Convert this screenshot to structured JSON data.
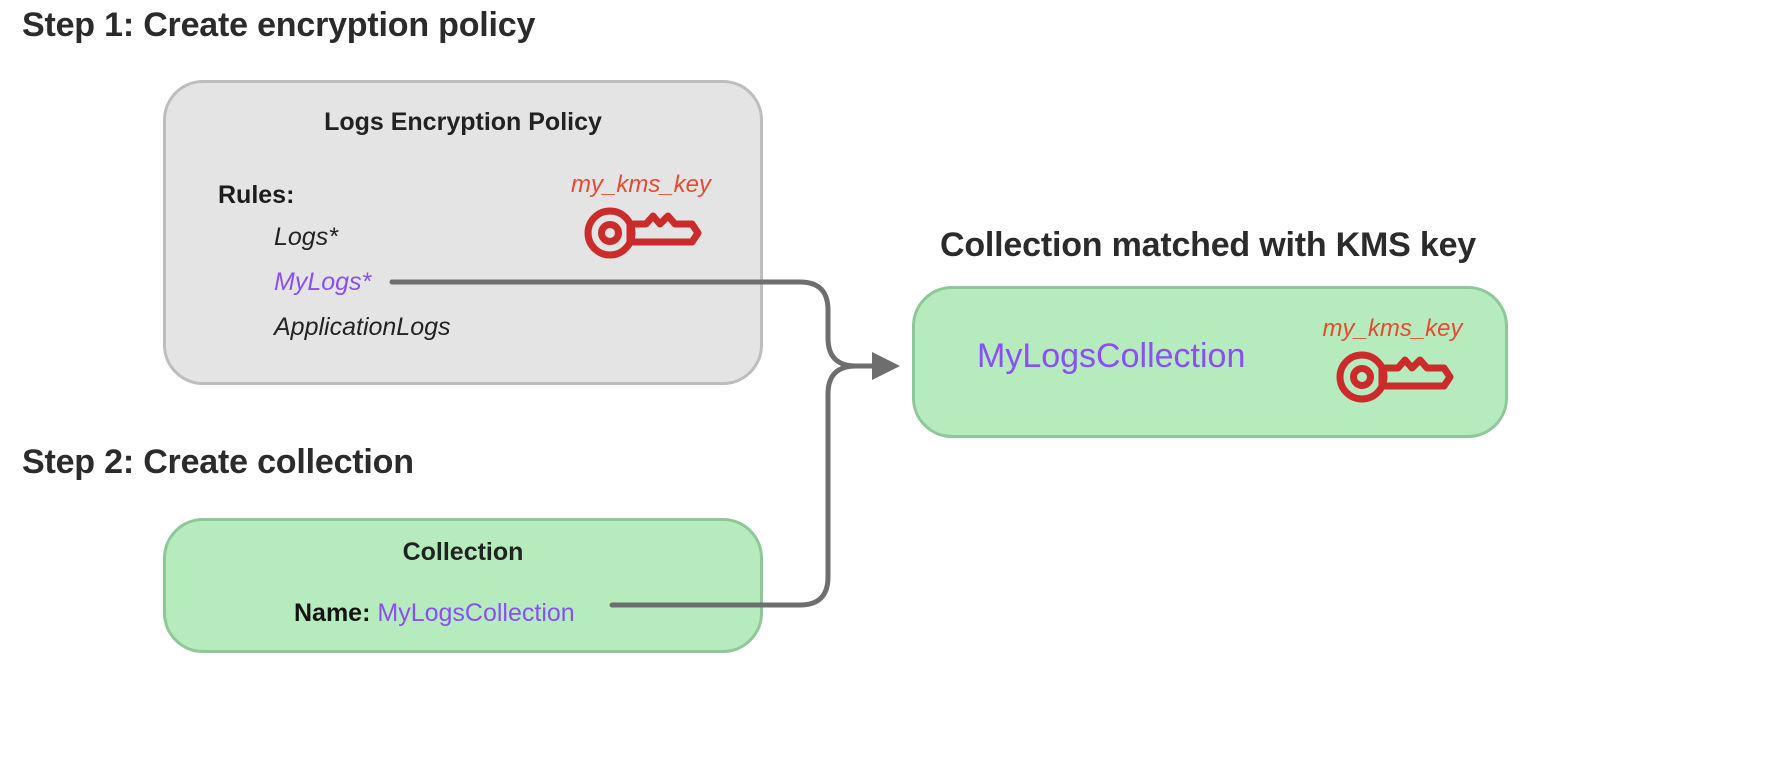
{
  "headings": {
    "step1": "Step 1: Create encryption policy",
    "step2": "Step 2: Create collection",
    "matched": "Collection matched with KMS key"
  },
  "policy_box": {
    "title": "Logs Encryption Policy",
    "rules_label": "Rules:",
    "rules": [
      {
        "text": "Logs*",
        "highlighted": false
      },
      {
        "text": "MyLogs*",
        "highlighted": true
      },
      {
        "text": "ApplicationLogs",
        "highlighted": false
      }
    ],
    "kms": {
      "label": "my_kms_key",
      "icon": "key-icon"
    }
  },
  "collection_box": {
    "title": "Collection",
    "name_label": "Name:",
    "name_value": "MyLogsCollection"
  },
  "matched_box": {
    "name": "MyLogsCollection",
    "kms": {
      "label": "my_kms_key",
      "icon": "key-icon"
    }
  },
  "colors": {
    "heading_text": "#2b2b2b",
    "gray_box_fill": "#e4e4e4",
    "gray_box_border": "#bdbdbd",
    "green_box_fill": "#b6ebbe",
    "green_box_border": "#8fc79a",
    "highlight_purple": "#8a4ff5",
    "kms_red": "#cc2b2b",
    "kms_label_orange": "#e84a30",
    "connector_gray": "#6e6e6e"
  }
}
